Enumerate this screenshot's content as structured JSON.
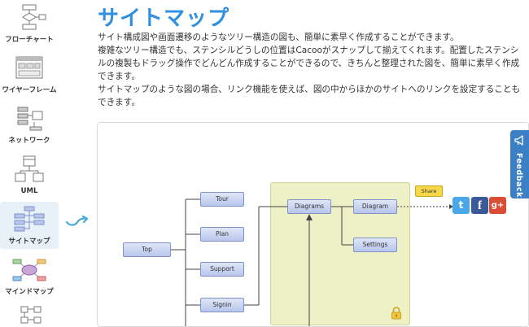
{
  "sidebar": {
    "items": [
      {
        "label": "フローチャート"
      },
      {
        "label": "ワイヤーフレーム"
      },
      {
        "label": "ネットワーク"
      },
      {
        "label": "UML"
      },
      {
        "label": "サイトマップ",
        "active": true
      },
      {
        "label": "マインドマップ"
      }
    ]
  },
  "main": {
    "title": "サイトマップ",
    "paragraphs": [
      "サイト構成図や画面遷移のようなツリー構造の図も、簡単に素早く作成することができます。",
      "複雑なツリー構造でも、ステンシルどうしの位置はCacooがスナップして揃えてくれます。配置したステンシルの複製もドラッグ操作でどんどん作成することができるので、きちんと整理された図を、簡単に素早く作成できます。",
      "サイトマップのような図の場合、リンク機能を使えば、図の中からほかのサイトへのリンクを設定することもできます。"
    ]
  },
  "diagram": {
    "nodes": {
      "top": "Top",
      "tour": "Tour",
      "plan": "Plan",
      "support": "Support",
      "signin": "Signin",
      "diagrams": "Diagrams",
      "diagram": "Diagram",
      "settings": "Settings"
    },
    "share_label": "Share",
    "social": {
      "twitter": "t",
      "facebook": "f",
      "google": "g+"
    }
  },
  "feedback": {
    "label": "Feedback"
  },
  "colors": {
    "accent": "#2f8fe0",
    "group_fill": "#eef0c6",
    "feedback": "#3b7fc4"
  }
}
